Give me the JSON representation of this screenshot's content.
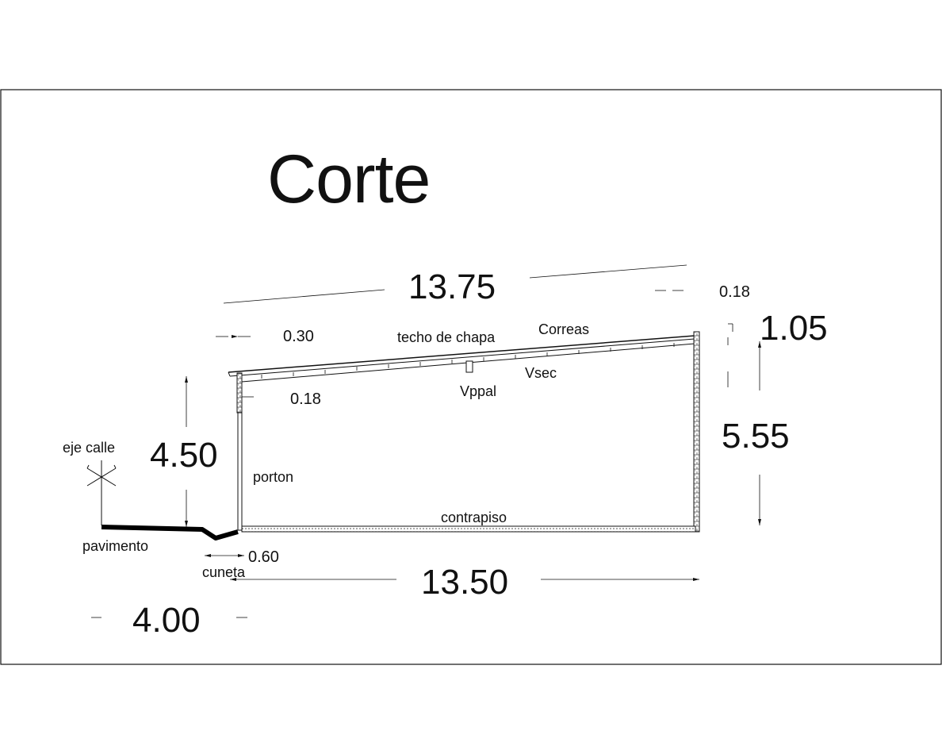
{
  "title": "Corte",
  "labels": {
    "techo": "techo de chapa",
    "correas": "Correas",
    "vsec": "Vsec",
    "vppal": "Vppal",
    "porton": "porton",
    "contrapiso": "contrapiso",
    "eje_calle": "eje calle",
    "pavimento": "pavimento",
    "cuneta": "cuneta"
  },
  "dimensions": {
    "roof_length": "13.75",
    "roof_overhang": "0.18",
    "rise": "1.05",
    "wall_thickness": "0.30",
    "beam_depth": "0.18",
    "front_height": "4.50",
    "back_height": "5.55",
    "cuneta_width": "0.60",
    "floor_length": "13.50",
    "street_distance": "4.00"
  },
  "colors": {
    "line": "#111111",
    "hatch": "#555555"
  }
}
